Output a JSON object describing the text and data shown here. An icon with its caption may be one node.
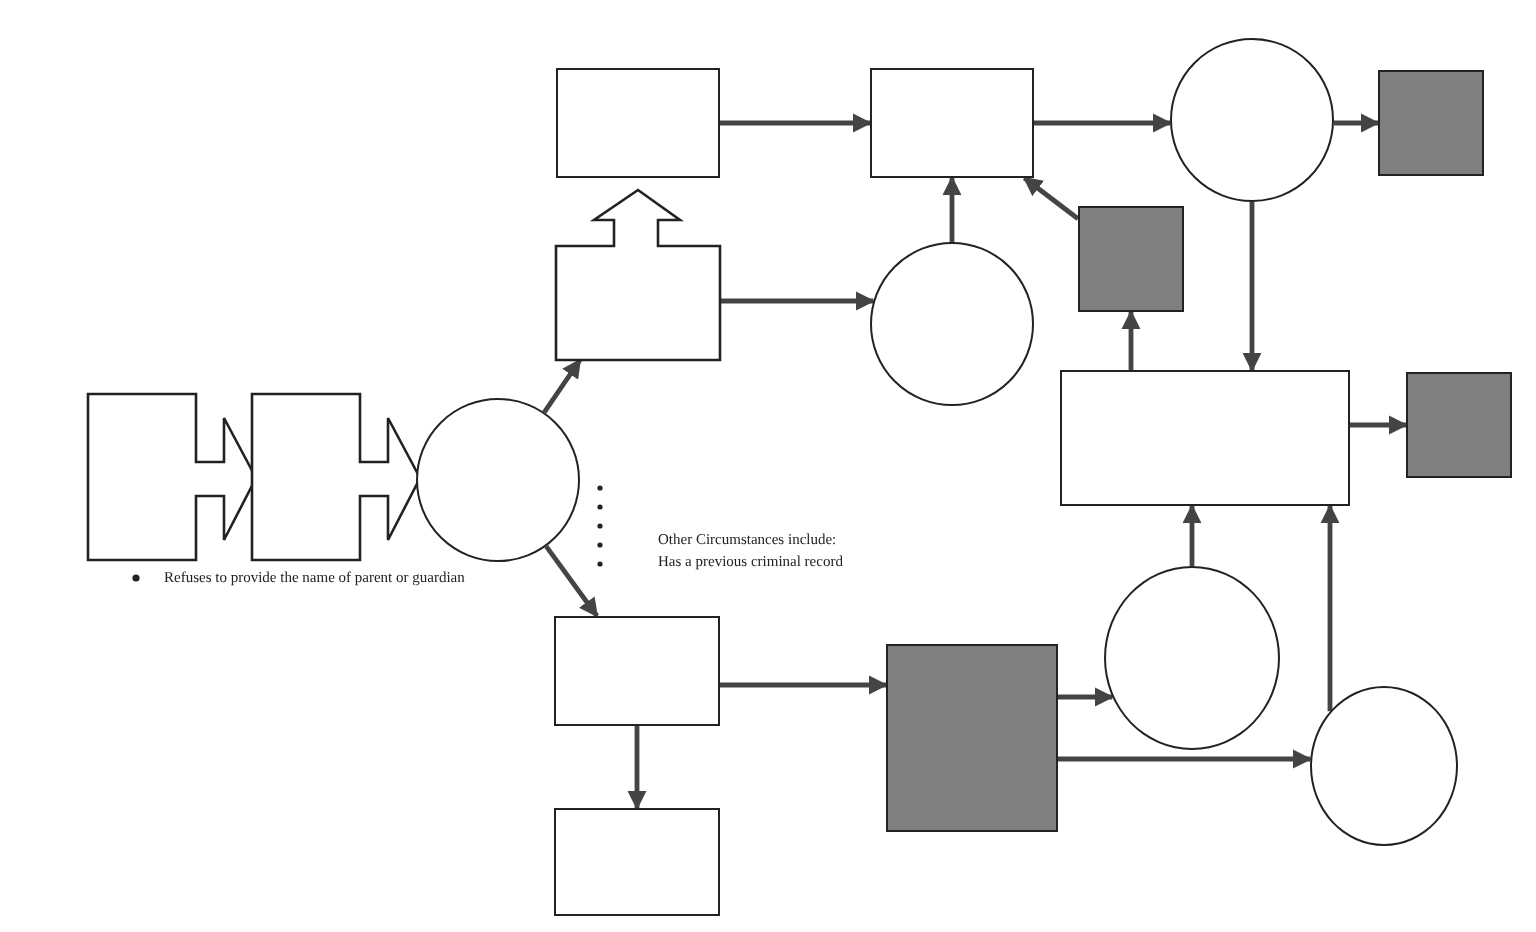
{
  "diagram": {
    "nodes": [
      {
        "text": [],
        "shape": "box"
      },
      {
        "text": [],
        "shape": "box"
      },
      {
        "text": [],
        "shape": "circle"
      },
      {
        "text": [],
        "shape": "box"
      },
      {
        "text": [],
        "shape": "box"
      },
      {
        "text": [],
        "shape": "box"
      },
      {
        "text": [],
        "shape": "circle"
      },
      {
        "text": [],
        "shape": "box"
      },
      {
        "text": [],
        "shape": "circle"
      },
      {
        "text": [],
        "shape": "box"
      },
      {
        "text": [],
        "shape": "box"
      },
      {
        "text": [],
        "shape": "box"
      },
      {
        "text": [],
        "shape": "box"
      },
      {
        "text": [],
        "shape": "box"
      },
      {
        "text": [],
        "shape": "box"
      },
      {
        "text": [],
        "shape": "circle"
      },
      {
        "text": [],
        "shape": "circle"
      }
    ],
    "edges": [
      {
        "from": 2,
        "to": 3,
        "arrow": "to"
      },
      {
        "from": 2,
        "to": 12,
        "arrow": "to"
      },
      {
        "from": 4,
        "to": 5,
        "arrow": "to"
      },
      {
        "from": 3,
        "to": 6,
        "arrow": "to"
      },
      {
        "from": 6,
        "to": 5,
        "arrow": "to"
      },
      {
        "from": 7,
        "to": 5,
        "arrow": "to"
      },
      {
        "from": 5,
        "to": 8,
        "arrow": "to"
      },
      {
        "from": 8,
        "to": 9,
        "arrow": "to"
      },
      {
        "from": 8,
        "to": 10,
        "arrow": "to"
      },
      {
        "from": 10,
        "to": 7,
        "arrow": "to"
      },
      {
        "from": 10,
        "to": 11,
        "arrow": "to"
      },
      {
        "from": 12,
        "to": 14,
        "arrow": "to"
      },
      {
        "from": 12,
        "to": 13,
        "arrow": "to"
      },
      {
        "from": 14,
        "to": 15,
        "arrow": "to"
      },
      {
        "from": 14,
        "to": 16,
        "arrow": "to"
      },
      {
        "from": 15,
        "to": 10,
        "arrow": "to"
      },
      {
        "from": 16,
        "to": 10,
        "arrow": "to"
      }
    ],
    "labels": [
      "Refuses to provide the name of  parent or guardian",
      "Other Circumstances include:",
      "Has a previous criminal record"
    ]
  }
}
